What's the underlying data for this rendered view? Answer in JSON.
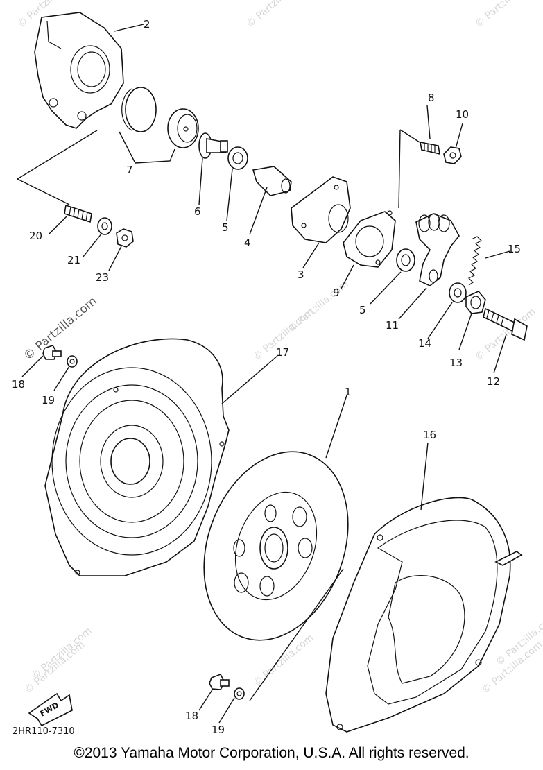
{
  "diagram": {
    "callouts": [
      "2",
      "7",
      "6",
      "5",
      "4",
      "3",
      "8",
      "10",
      "20",
      "21",
      "23",
      "9",
      "5",
      "15",
      "11",
      "14",
      "13",
      "12",
      "18",
      "19",
      "17",
      "1",
      "16",
      "18",
      "19"
    ],
    "fwd_label": "FWD",
    "drawing_code": "2HR110-7310",
    "watermarks": [
      "© Partzilla.com",
      "© Partzilla.com",
      "© Partzilla.com",
      "© Partzilla.com",
      "© Partzilla.com",
      "© Partzilla.com",
      "© Partzilla.com",
      "© Partzilla.com",
      "© Partzilla.com",
      "© Partzilla.com",
      "© Partzilla.com",
      "© Partzilla.com"
    ]
  },
  "footer": {
    "copyright": "©2013  Yamaha Motor Corporation, U.S.A. All rights reserved."
  }
}
